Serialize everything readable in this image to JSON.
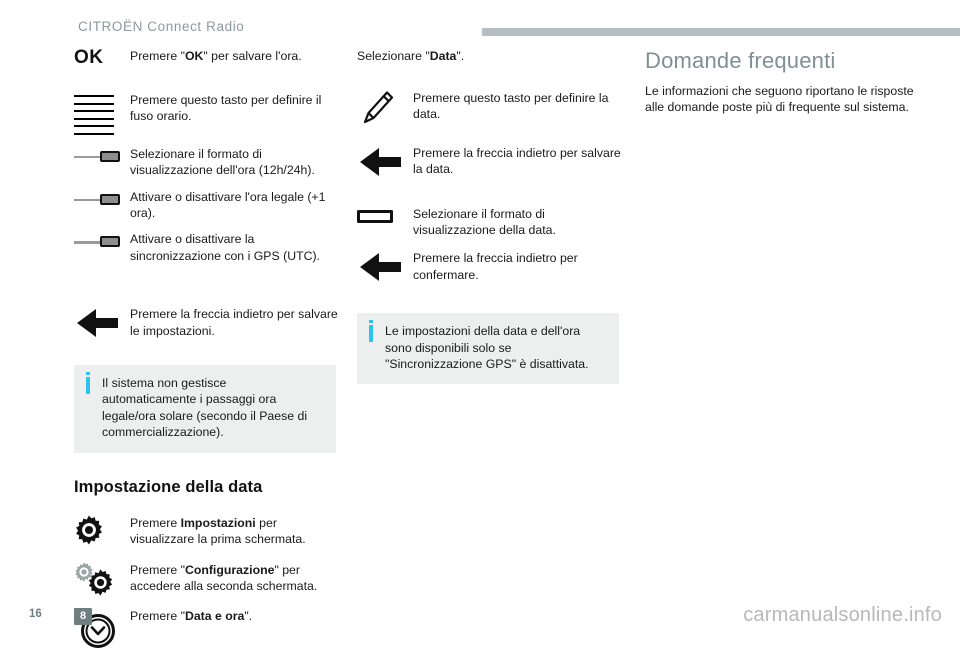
{
  "header": {
    "title": "CITROËN Connect Radio",
    "rule_color": "#b3bfc0"
  },
  "colors": {
    "accent_blue": "#2ec3ed",
    "heading_gray": "#7f9094",
    "note_background": "#edeeee",
    "badge_gray": "#6f7f80"
  },
  "left_column": {
    "steps": [
      {
        "icon": "ok-text-icon",
        "icon_label": "OK",
        "text_pre": "Premere \"",
        "text_bold": "OK",
        "text_post": "\" per salvare l'ora.",
        "text_full": "Premere \"OK\" per salvare l'ora."
      },
      {
        "icon": "hamburger-menu-icon",
        "text_full": "Premere questo tasto per definire il fuso orario."
      },
      {
        "icon": "slider-toggle-icon",
        "text_full": "Selezionare il formato di visualizzazione dell'ora (12h/24h)."
      },
      {
        "icon": "slider-toggle-icon",
        "text_full": "Attivare o disattivare l'ora legale (+1 ora)."
      },
      {
        "icon": "slider-toggle-icon",
        "text_full": "Attivare o disattivare la sincronizzazione con i GPS (UTC)."
      },
      {
        "icon": "back-arrow-icon",
        "text_full": "Premere la freccia indietro per salvare le impostazioni."
      }
    ],
    "note": {
      "icon": "info-icon",
      "text": "Il sistema non gestisce automaticamente i passaggi ora legale/ora solare (secondo il Paese di commercializzazione)."
    },
    "section_heading": "Impostazione della data",
    "date_steps": [
      {
        "icon": "gear-icon",
        "text_pre": "Premere ",
        "text_bold": "Impostazioni",
        "text_post": " per visualizzare la prima schermata.",
        "text_full": "Premere Impostazioni per visualizzare la prima schermata."
      },
      {
        "icon": "double-gear-icon",
        "text_pre": "Premere \"",
        "text_bold": "Configurazione",
        "text_post": "\" per accedere alla seconda schermata.",
        "text_full": "Premere \"Configurazione\" per accedere alla seconda schermata."
      },
      {
        "icon": "clock-date-icon",
        "icon_badge": "8",
        "text_pre": "Premere \"",
        "text_bold": "Data e ora",
        "text_post": "\".",
        "text_full": "Premere \"Data e ora\"."
      }
    ]
  },
  "middle_column": {
    "intro_pre": "Selezionare \"",
    "intro_bold": "Data",
    "intro_post": "\".",
    "intro_full": "Selezionare \"Data\".",
    "steps": [
      {
        "icon": "pencil-edit-icon",
        "text_full": "Premere questo tasto per definire la data."
      },
      {
        "icon": "back-arrow-icon",
        "text_full": "Premere la freccia indietro per salvare la data."
      },
      {
        "icon": "rectangle-format-icon",
        "text_full": "Selezionare il formato di visualizzazione della data."
      },
      {
        "icon": "back-arrow-icon",
        "text_full": "Premere la freccia indietro per confermare."
      }
    ],
    "note": {
      "icon": "info-icon",
      "text": "Le impostazioni della data e dell'ora sono disponibili solo se \"Sincronizzazione GPS\" è disattivata."
    }
  },
  "right_column": {
    "title": "Domande frequenti",
    "body": "Le informazioni che seguono riportano le risposte alle domande poste più di frequente sul sistema."
  },
  "footer": {
    "page_number": "16",
    "watermark": "carmanualsonline.info"
  }
}
